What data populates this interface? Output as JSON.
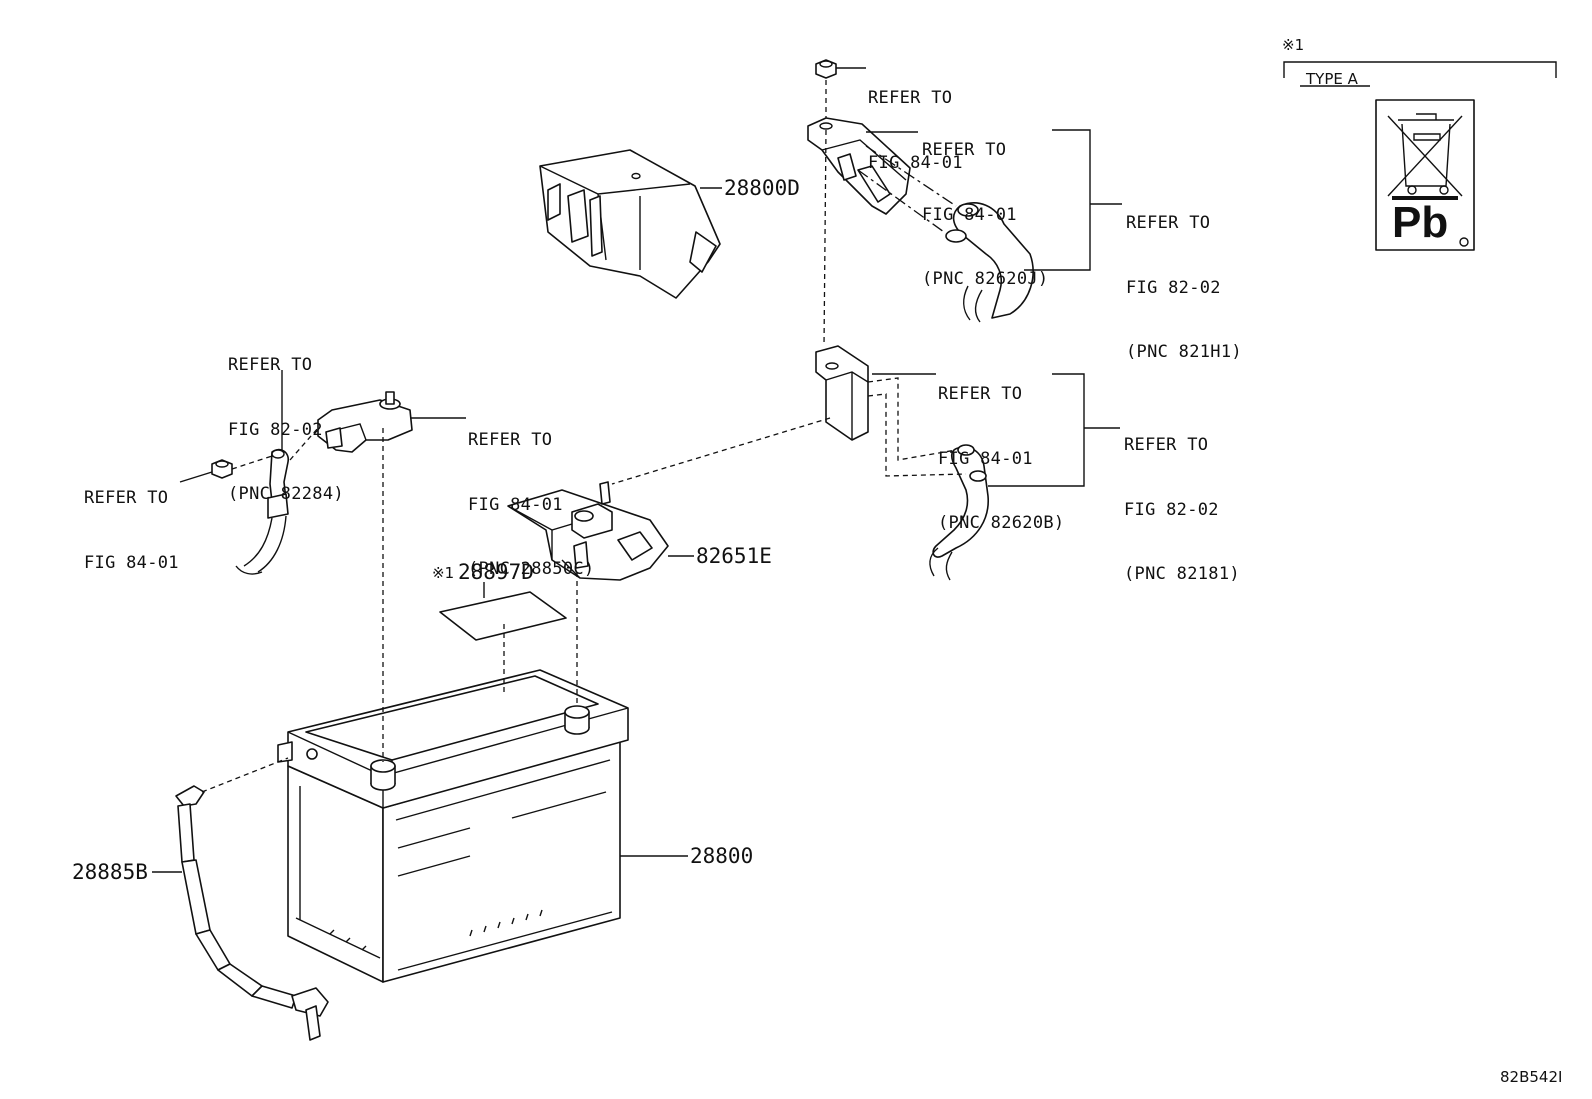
{
  "callouts": {
    "nut_top": [
      "REFER TO",
      "FIG 84-01"
    ],
    "bracket_top": [
      "REFER TO",
      "FIG 84-01",
      "(PNC 82620J)"
    ],
    "cable_top": [
      "REFER TO",
      "FIG 82-02",
      "(PNC 821H1)"
    ],
    "bracket_mid": [
      "REFER TO",
      "FIG 84-01",
      "(PNC 82620B)"
    ],
    "cable_mid": [
      "REFER TO",
      "FIG 82-02",
      "(PNC 82181)"
    ],
    "cable_left": [
      "REFER TO",
      "FIG 82-02",
      "(PNC 82284)"
    ],
    "terminal_left": [
      "REFER TO",
      "FIG 84-01",
      "(PNC 28850C)"
    ],
    "nut_left": [
      "REFER TO",
      "FIG 84-01"
    ]
  },
  "part_numbers": {
    "cover": "28800D",
    "terminal_block": "82651E",
    "label_sheet": "28897D",
    "label_sheet_mark": "※1",
    "battery": "28800",
    "sensor_harness": "28885B"
  },
  "type_box": {
    "mark": "※1",
    "title": "TYPE A",
    "symbol_text": "Pb",
    "symbol_icon": "crossed-out-bin-icon"
  },
  "figure_id": "82B542I",
  "colors": {
    "line": "#111111",
    "background": "#ffffff"
  }
}
